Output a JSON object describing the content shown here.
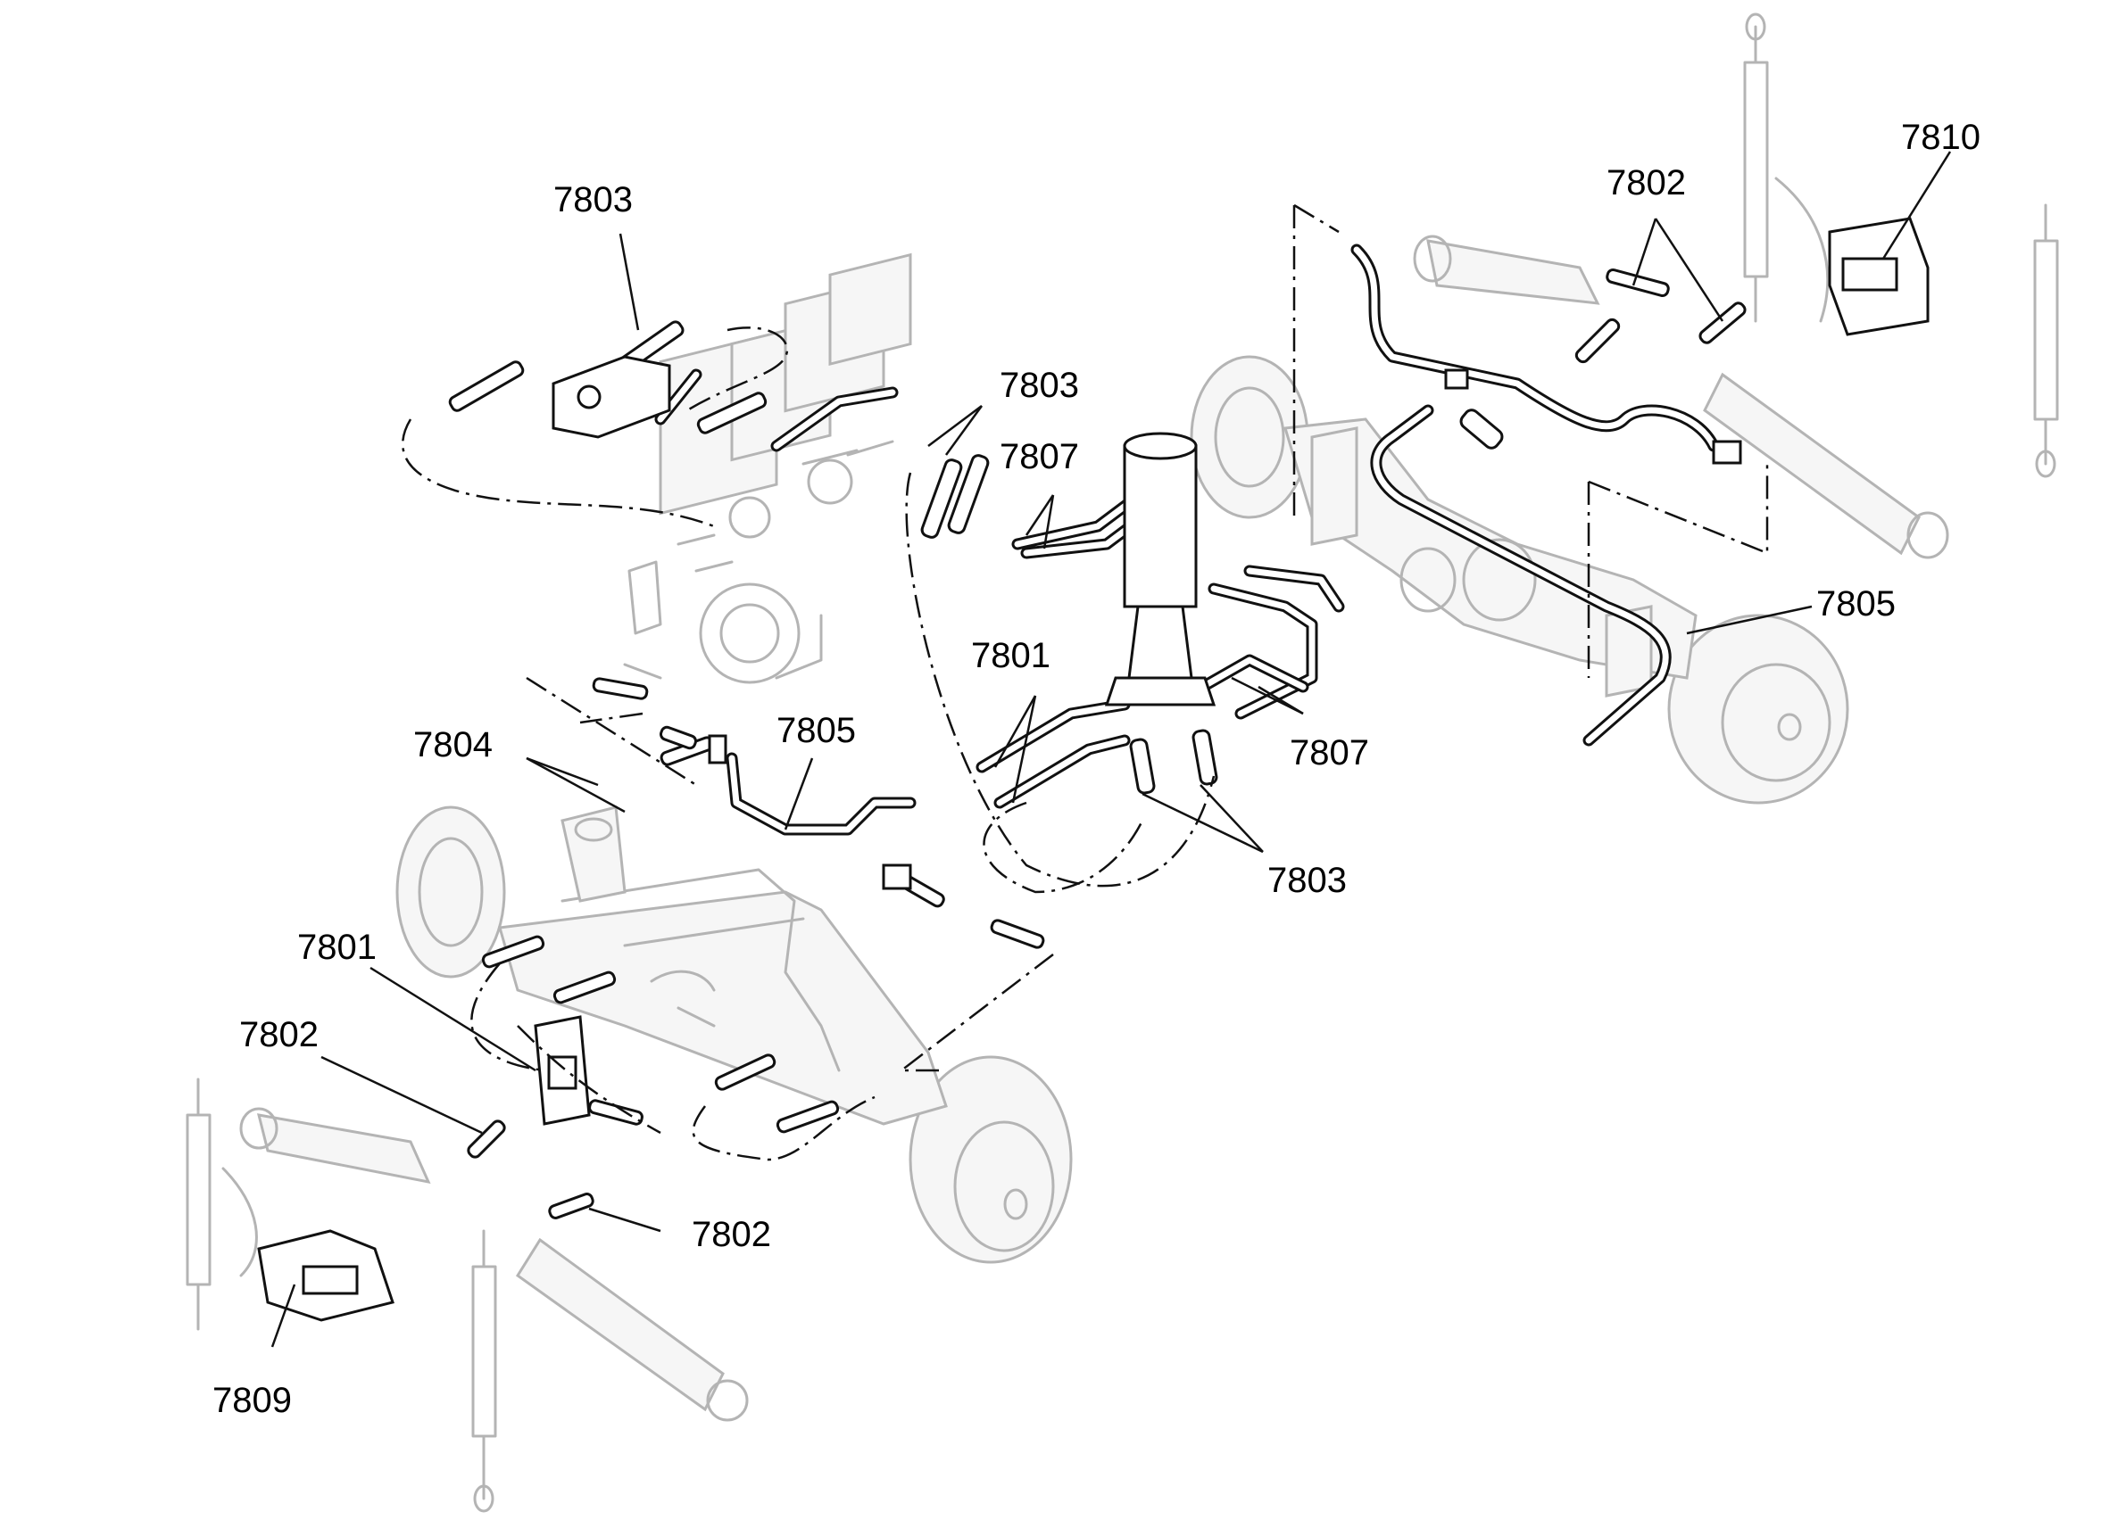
{
  "callouts": [
    {
      "id": "c7803a",
      "text": "7803"
    },
    {
      "id": "c7803b",
      "text": "7803"
    },
    {
      "id": "c7803c",
      "text": "7803"
    },
    {
      "id": "c7807a",
      "text": "7807"
    },
    {
      "id": "c7807b",
      "text": "7807"
    },
    {
      "id": "c7801a",
      "text": "7801"
    },
    {
      "id": "c7801b",
      "text": "7801"
    },
    {
      "id": "c7805a",
      "text": "7805"
    },
    {
      "id": "c7805b",
      "text": "7805"
    },
    {
      "id": "c7804",
      "text": "7804"
    },
    {
      "id": "c7802a",
      "text": "7802"
    },
    {
      "id": "c7802b",
      "text": "7802"
    },
    {
      "id": "c7802c",
      "text": "7802"
    },
    {
      "id": "c7810",
      "text": "7810"
    },
    {
      "id": "c7809",
      "text": "7809"
    }
  ]
}
